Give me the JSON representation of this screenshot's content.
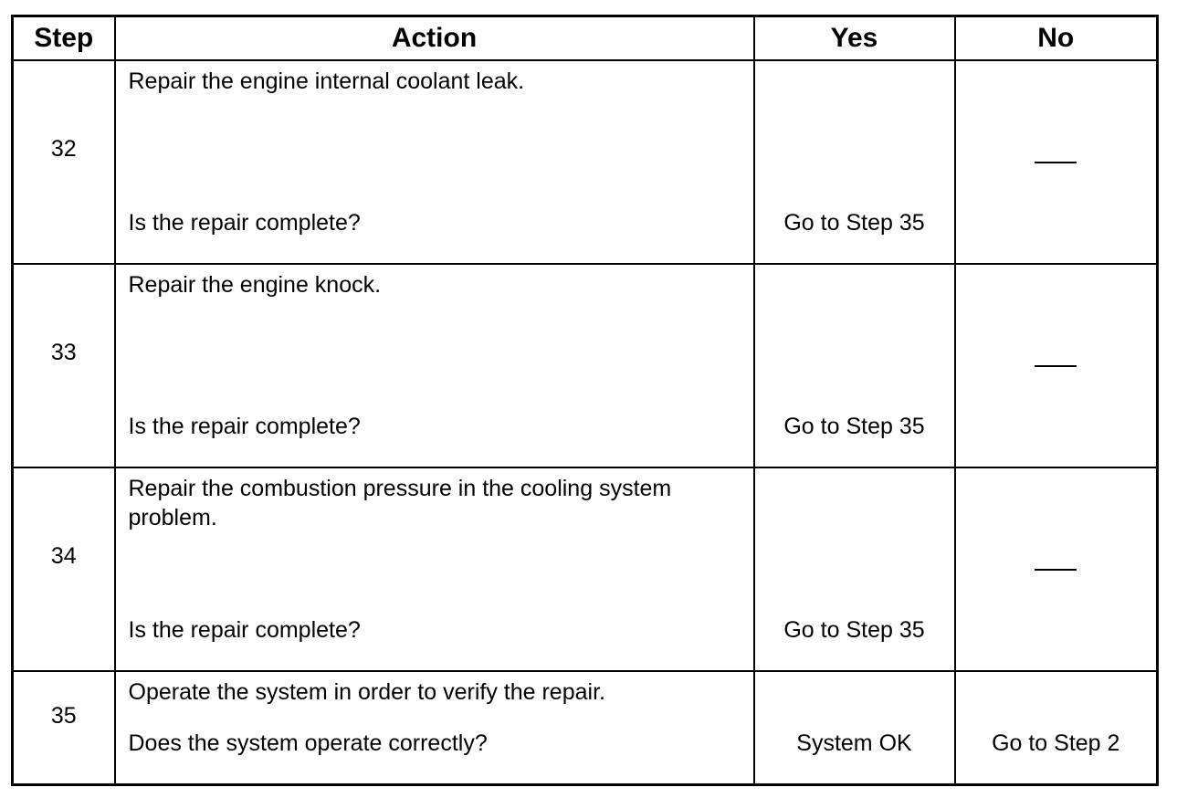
{
  "headers": {
    "step": "Step",
    "action": "Action",
    "yes": "Yes",
    "no": "No"
  },
  "rows": [
    {
      "step": "32",
      "action": "Repair the engine internal coolant leak.",
      "question": "Is the repair complete?",
      "yes": "Go to Step 35",
      "no": "—"
    },
    {
      "step": "33",
      "action": "Repair the engine knock.",
      "question": "Is the repair complete?",
      "yes": "Go to Step 35",
      "no": "—"
    },
    {
      "step": "34",
      "action": "Repair the combustion pressure in the cooling system problem.",
      "question": "Is the repair complete?",
      "yes": "Go to Step 35",
      "no": "—"
    },
    {
      "step": "35",
      "action": "Operate the system in order to verify the repair.",
      "question": "Does the system operate correctly?",
      "yes": "System OK",
      "no": "Go to Step 2"
    }
  ]
}
